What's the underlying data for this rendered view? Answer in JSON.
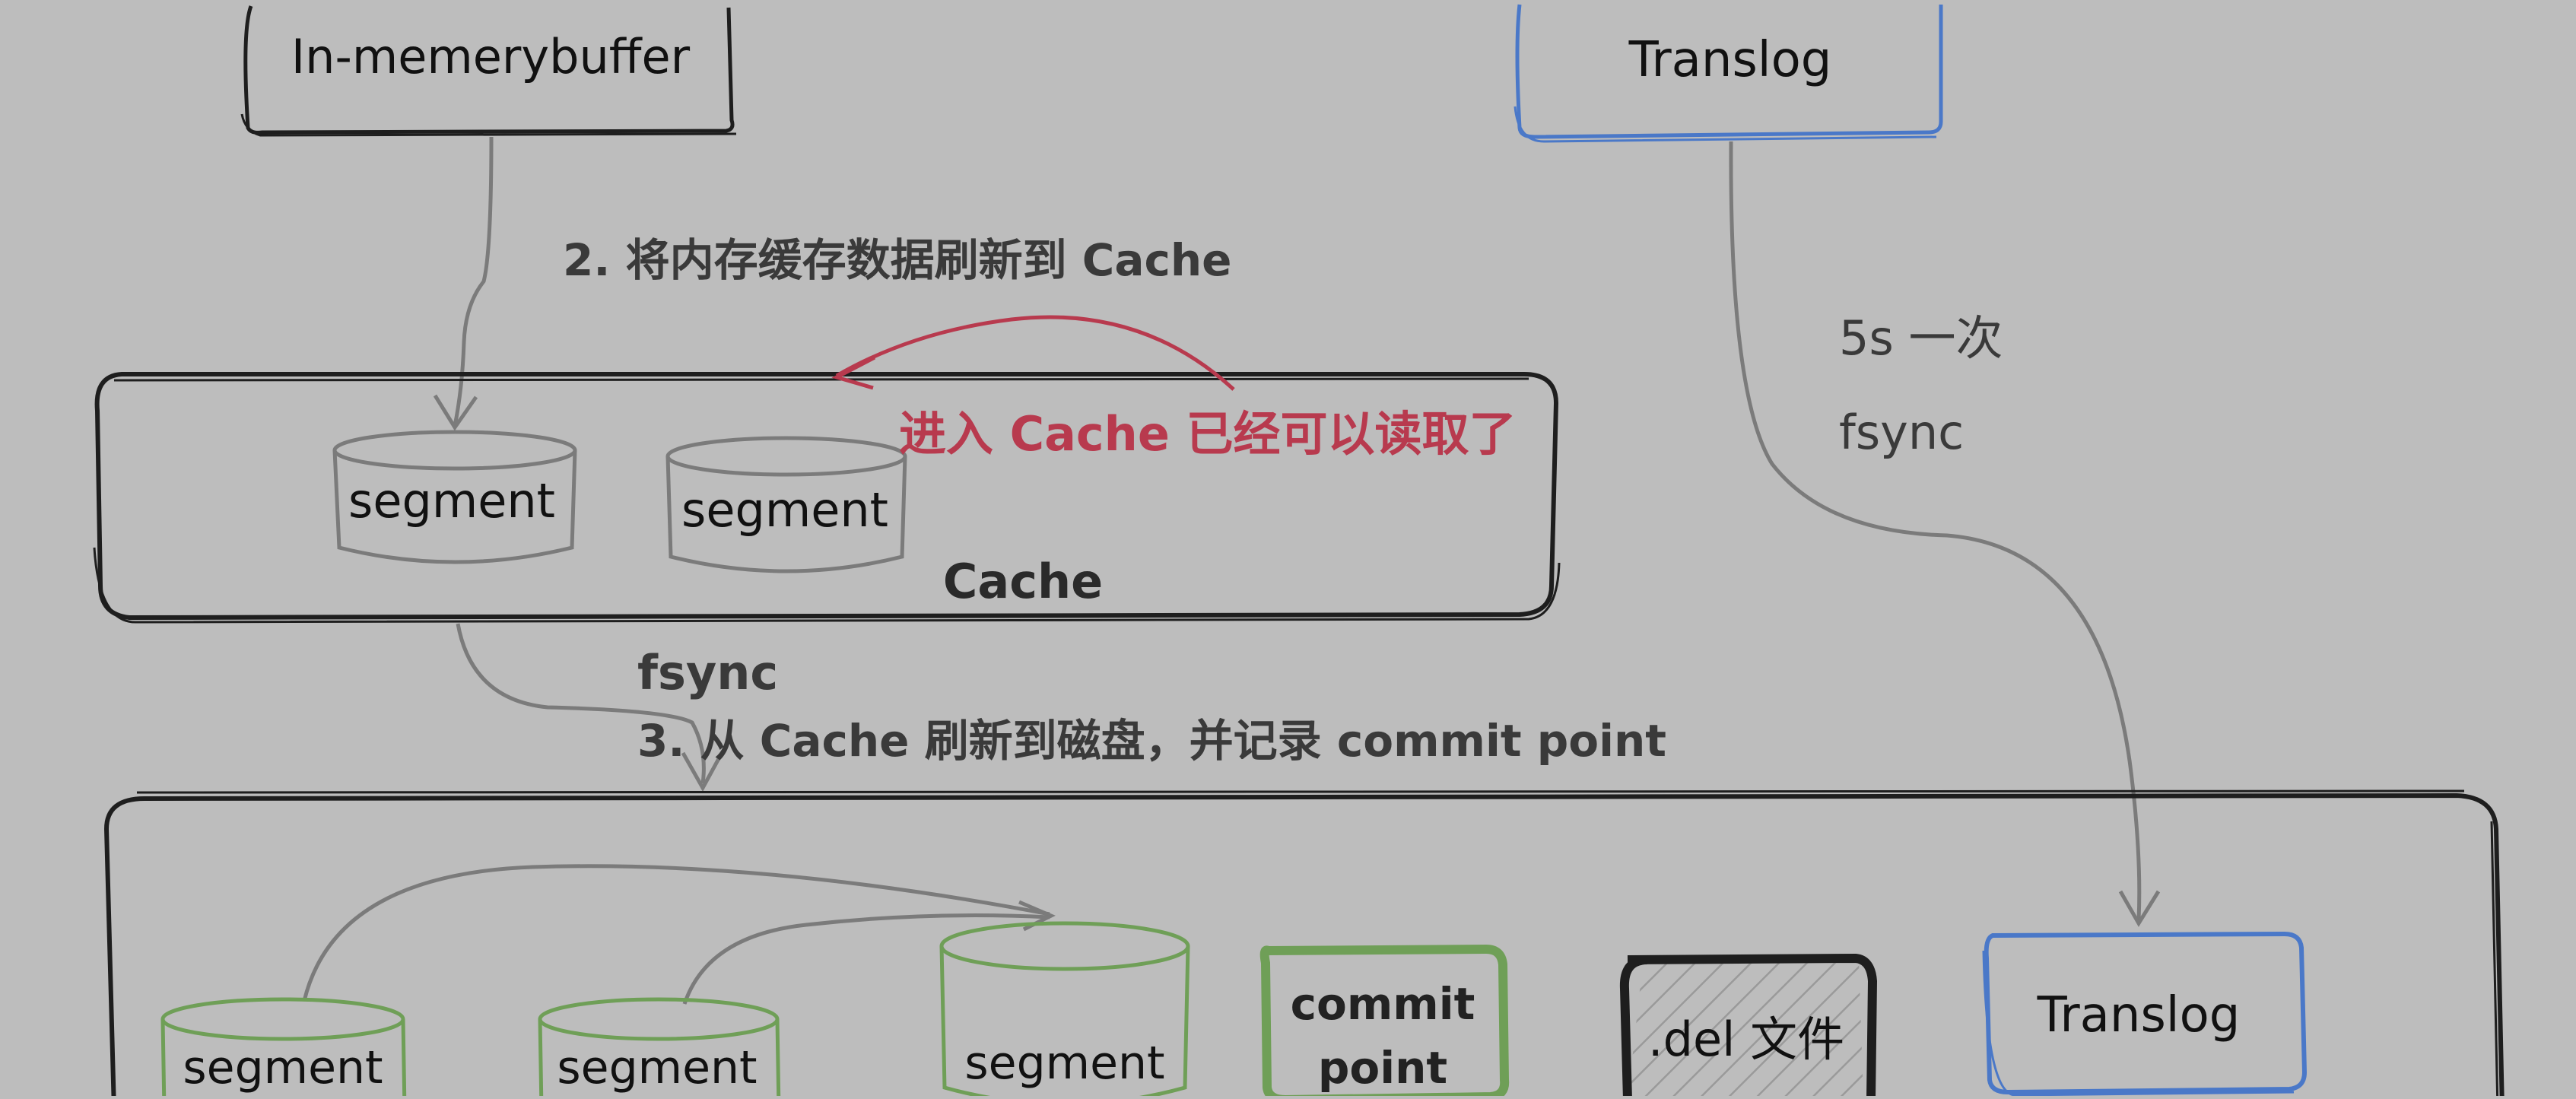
{
  "boxes": {
    "memory_buffer": "In-memerybuffer",
    "translog_top": "Translog",
    "cache_label": "Cache",
    "commit_point": [
      "commit",
      "point"
    ],
    "del_file": ".del 文件",
    "translog_bottom": "Translog"
  },
  "segments": {
    "cache_segment_1": "segment",
    "cache_segment_2": "segment",
    "disk_segment_1": "segment",
    "disk_segment_2": "segment",
    "disk_segment_3": "segment"
  },
  "annotations": {
    "step2": "2. 将内存缓存数据刷新到 Cache",
    "readable": "进入 Cache 已经可以读取了",
    "fsync_cache": "fsync",
    "step3": "3. 从 Cache 刷新到磁盘，并记录 commit point",
    "interval": "5s 一次",
    "fsync_translog": "fsync"
  },
  "colors": {
    "background": "#bdbdbd",
    "ink": "#1e1e1e",
    "gray_stroke": "#7b7b7b",
    "blue": "#4a78c8",
    "green": "#6f9f57",
    "red": "#b83a4e",
    "annotation_text": "#3a3a3a"
  }
}
